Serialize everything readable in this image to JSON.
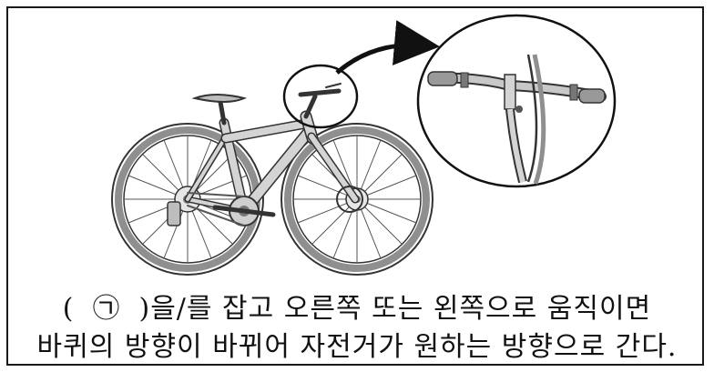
{
  "caption": {
    "open_paren": "(",
    "marker": "㉠",
    "line1_rest": ")을/를 잡고 오른쪽 또는 왼쪽으로 움직이면",
    "line2": "바퀴의 방향이 바뀌어 자전거가 원하는 방향으로 간다."
  },
  "icons": [
    "bicycle-illustration",
    "handlebar-zoom-illustration",
    "arrow-icon"
  ],
  "colors": {
    "outline": "#1a1a1a",
    "frame_gray": "#d4d4d4",
    "tire_gray": "#8f8f8f"
  }
}
